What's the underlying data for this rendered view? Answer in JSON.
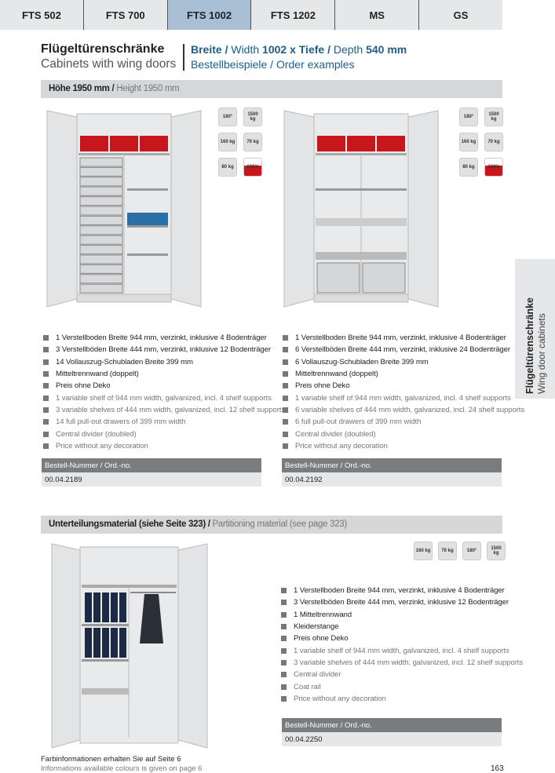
{
  "tabs": [
    {
      "label": "FTS 502"
    },
    {
      "label": "FTS 700"
    },
    {
      "label": "FTS 1002",
      "active": true
    },
    {
      "label": "FTS 1202"
    },
    {
      "label": "MS"
    },
    {
      "label": "GS"
    }
  ],
  "header": {
    "title_de": "Flügeltürenschränke",
    "title_en": "Cabinets with wing doors",
    "dim_breite": "Breite /",
    "dim_width": " Width ",
    "dim_wval": "1002 x Tiefe /",
    "dim_depth": " Depth ",
    "dim_dval": "540 mm",
    "subtitle": "Bestellbeispiele / Order examples"
  },
  "side_tab": {
    "de": "Flügeltürenschränke",
    "en": "Wing door cabinets"
  },
  "section1": {
    "de": "Höhe 1950 mm /",
    "en": " Height 1950 mm"
  },
  "icons": {
    "rotate": "180°",
    "load_total": "1500 kg",
    "load_shelf": "160 kg",
    "load_drawer": "70 kg",
    "load_pullout": "80 kg",
    "extension": "100%"
  },
  "products": [
    {
      "items_de": [
        "1 Verstellboden Breite 944 mm, verzinkt, inklusive 4 Bodenträger",
        "3 Verstellböden Breite 444 mm, verzinkt, inklusive 12 Bodenträger",
        "14 Vollauszug-Schubladen Breite 399 mm",
        "Mitteltrennwand (doppelt)",
        "Preis  ohne Deko"
      ],
      "items_en": [
        "1 variable shelf of 944 mm width, galvanized, incl. 4 shelf supports",
        "3 variable shelves of 444 mm width, galvanized, incl. 12 shelf supports",
        "14 full pull-out drawers of 399 mm width",
        "Central divider (doubled)",
        "Price without any decoration"
      ],
      "order_label": "Bestell-Nummer / Ord.-no.",
      "order_no": "00.04.2189"
    },
    {
      "items_de": [
        "1 Verstellboden Breite 944 mm, verzinkt, inklusive 4 Bodenträger",
        "6 Verstellböden Breite 444 mm, verzinkt, inklusive 24 Bodenträger",
        "6 Vollauszug-Schubladen Breite 399 mm",
        "Mitteltrennwand (doppelt)",
        "Preis  ohne Deko"
      ],
      "items_en": [
        "1 variable shelf of 944 mm width, galvanized, incl. 4 shelf supports",
        "6 variable shelves of 444 mm width, galvanized, incl. 24 shelf supports",
        "6 full pull-out drawers of 399 mm width",
        "Central divider (doubled)",
        "Price without any decoration"
      ],
      "order_label": "Bestell-Nummer / Ord.-no.",
      "order_no": "00.04.2192"
    },
    {
      "items_de": [
        "1 Verstellboden Breite 944 mm, verzinkt, inklusive 4 Bodenträger",
        "3 Verstellböden Breite 444 mm, verzinkt, inklusive 12 Bodenträger",
        "1 Mitteltrennwand",
        "Kleiderstange",
        "Preis ohne Deko"
      ],
      "items_en": [
        "1 variable shelf of 944 mm width, galvanized, incl. 4 shelf supports",
        "3 variable shelves of 444 mm width, galvanized, incl. 12 shelf supports",
        "Central divider",
        "Coat rail",
        "Price without any decoration"
      ],
      "order_label": "Bestell-Nummer / Ord.-no.",
      "order_no": "00.04.2250"
    }
  ],
  "section2": {
    "de": "Unterteilungsmaterial (siehe Seite 323) /",
    "en": " Partitioning material (see page 323)"
  },
  "footer": {
    "de": "Farbinformationen erhalten Sie auf Seite 6",
    "en": "Informations available colours is given on page 6",
    "page": "163"
  },
  "colors": {
    "accent": "#1d5f8a",
    "active_tab": "#a8bfd6",
    "bin_red": "#c8161d",
    "drawer_blue": "#2a6fa5"
  }
}
